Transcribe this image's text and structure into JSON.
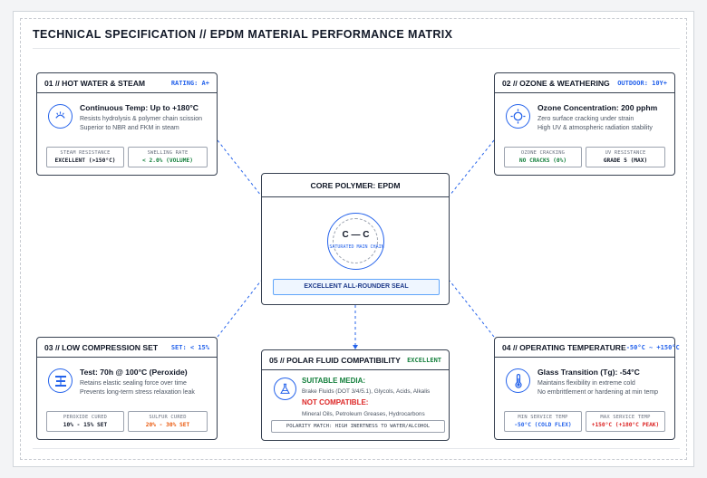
{
  "title": "TECHNICAL SPECIFICATION // EPDM MATERIAL PERFORMANCE MATRIX",
  "colors": {
    "accent": "#2563eb",
    "ok": "#15803d",
    "warn": "#ea580c",
    "bad": "#dc2626",
    "border": "#374151"
  },
  "core": {
    "title": "CORE POLYMER: EPDM",
    "bond": "C — C",
    "bond_label": "SATURATED MAIN CHAIN",
    "badge": "EXCELLENT ALL-ROUNDER SEAL"
  },
  "cards": {
    "hot_water": {
      "title": "01 // HOT WATER & STEAM",
      "tag": "RATING: A+",
      "icon": "steam-icon",
      "headline": "Continuous Temp: Up to +180°C",
      "lines": [
        "Resists hydrolysis & polymer chain scission",
        "Superior to NBR and FKM in steam"
      ],
      "metrics": [
        {
          "label": "STEAM RESISTANCE",
          "value": "EXCELLENT (>150°C)"
        },
        {
          "label": "SWELLING RATE",
          "value": "< 2.0% (VOLUME)"
        }
      ]
    },
    "ozone": {
      "title": "02 // OZONE & WEATHERING",
      "tag": "OUTDOOR: 10Y+",
      "icon": "sun-icon",
      "headline": "Ozone Concentration: 200 pphm",
      "lines": [
        "Zero surface cracking under strain",
        "High UV & atmospheric radiation stability"
      ],
      "metrics": [
        {
          "label": "OZONE CRACKING",
          "value": "NO CRACKS (0%)"
        },
        {
          "label": "UV RESISTANCE",
          "value": "GRADE 5 (MAX)"
        }
      ]
    },
    "compression": {
      "title": "03 // LOW COMPRESSION SET",
      "tag": "SET: < 15%",
      "icon": "compression-icon",
      "headline": "Test: 70h @ 100°C (Peroxide)",
      "lines": [
        "Retains elastic sealing force over time",
        "Prevents long-term stress relaxation leak"
      ],
      "metrics": [
        {
          "label": "PEROXIDE CURED",
          "value": "10% - 15% SET"
        },
        {
          "label": "SULFUR CURED",
          "value": "20% - 30% SET"
        }
      ]
    },
    "polar": {
      "title": "05 // POLAR FLUID COMPATIBILITY",
      "tag": "EXCELLENT",
      "icon": "flask-icon",
      "suitable_label": "SUITABLE MEDIA:",
      "suitable_text": "Brake Fluids (DOT 3/4/5.1), Glycols, Acids, Alkalis",
      "not_label": "NOT COMPATIBLE:",
      "not_text": "Mineral Oils, Petroleum Greases, Hydrocarbons",
      "polarity": "POLARITY MATCH: HIGH INERTNESS TO WATER/ALCOHOL"
    },
    "temperature": {
      "title": "04 // OPERATING TEMPERATURE",
      "tag": "-50°C ~ +150°C",
      "icon": "thermometer-icon",
      "headline": "Glass Transition (Tg): -54°C",
      "lines": [
        "Maintains flexibility in extreme cold",
        "No embrittlement or hardening at min temp"
      ],
      "metrics": [
        {
          "label": "MIN SERVICE TEMP",
          "value": "-50°C (COLD FLEX)"
        },
        {
          "label": "MAX SERVICE TEMP",
          "value": "+150°C (+180°C PEAK)"
        }
      ]
    }
  }
}
